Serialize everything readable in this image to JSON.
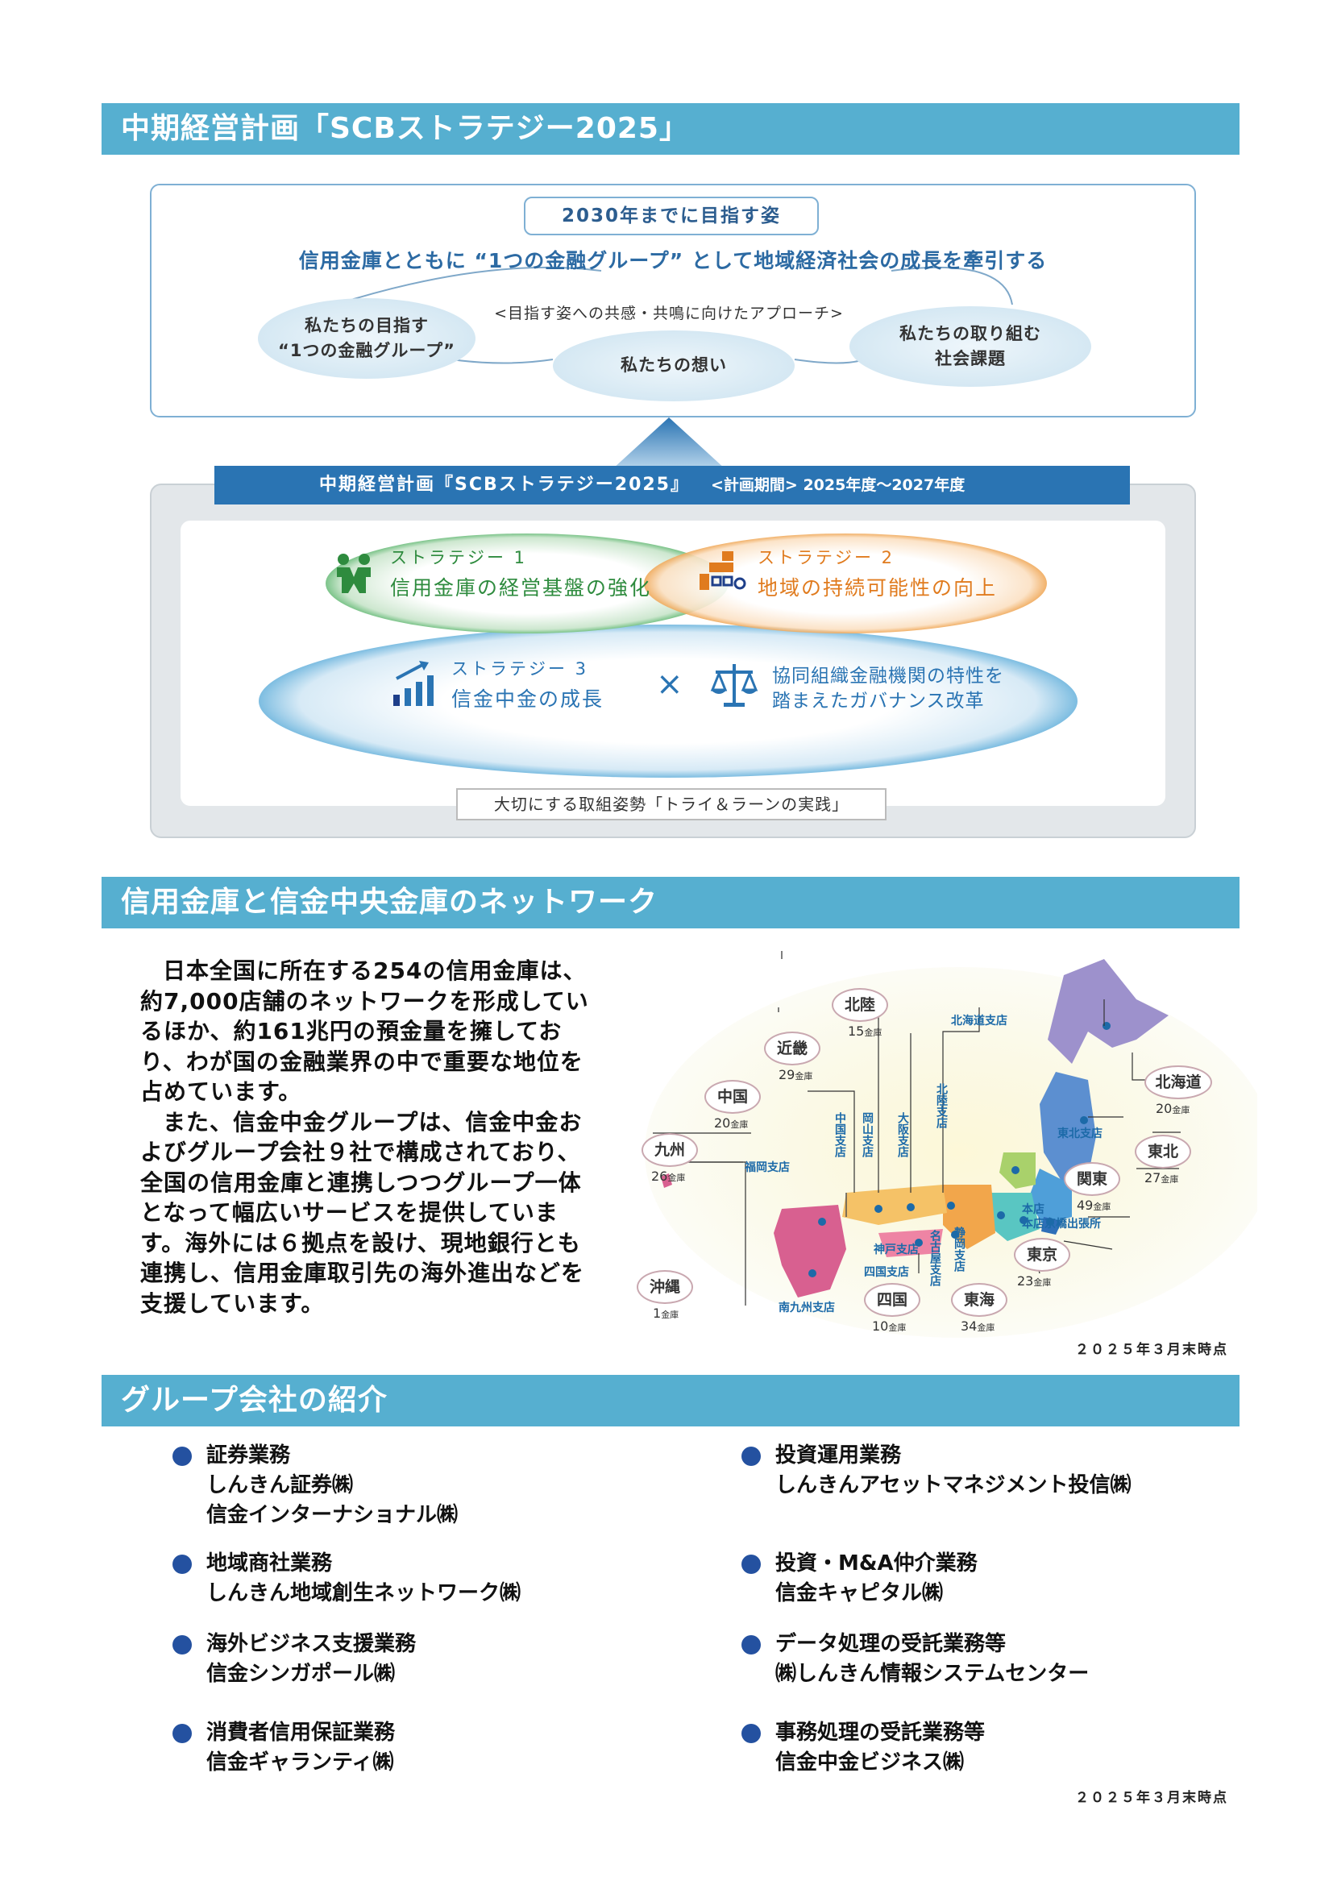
{
  "section1": {
    "title": "中期経営計画「SCBストラテジー2025」",
    "vision_tab": "2030年までに目指す姿",
    "vision_statement": "信用金庫とともに “1つの金融グループ” として地域経済社会の成長を牽引する",
    "approach": "<目指す姿への共感・共鳴に向けたアプローチ>",
    "ellipse_left": "私たちの目指す\n“1つの金融グループ”",
    "ellipse_center": "私たちの想い",
    "ellipse_right": "私たちの取り組む\n社会課題",
    "plan_title": "中期経営計画『SCBストラテジー2025』",
    "plan_period": "<計画期間> 2025年度～2027年度",
    "strategy1_label": "ストラテジー 1",
    "strategy1_text": "信用金庫の経営基盤の強化",
    "strategy2_label": "ストラテジー 2",
    "strategy2_text": "地域の持続可能性の向上",
    "strategy3_label": "ストラテジー 3",
    "strategy3_text": "信金中金の成長",
    "cross": "×",
    "governance_text": "協同組織金融機関の特性を\n踏まえたガバナンス改革",
    "practice": "大切にする取組姿勢「トライ＆ラーンの実践」",
    "colors": {
      "bar": "#56afd0",
      "plan_header": "#2a74b3",
      "strategy1": "#2e8b3e",
      "strategy2": "#e07b1e",
      "strategy3": "#2a74b3"
    }
  },
  "section2": {
    "title": "信用金庫と信金中央金庫のネットワーク",
    "paragraph1": "日本全国に所在する254の信用金庫は、約7,000店舗のネットワークを形成しているほか、約161兆円の預金量を擁しており、わが国の金融業界の中で重要な地位を占めています。",
    "paragraph2": "また、信金中金グループは、信金中金およびグループ会社９社で構成されており、全国の信用金庫と連携しつつグループ一体となって幅広いサービスを提供しています。海外には６拠点を設け、現地銀行とも連携し、信用金庫取引先の海外進出などを支援しています。",
    "regions": [
      {
        "name": "北陸",
        "count": "15",
        "unit": "金庫"
      },
      {
        "name": "近畿",
        "count": "29",
        "unit": "金庫"
      },
      {
        "name": "中国",
        "count": "20",
        "unit": "金庫"
      },
      {
        "name": "九州",
        "count": "26",
        "unit": "金庫"
      },
      {
        "name": "沖縄",
        "count": "1",
        "unit": "金庫"
      },
      {
        "name": "四国",
        "count": "10",
        "unit": "金庫"
      },
      {
        "name": "東海",
        "count": "34",
        "unit": "金庫"
      },
      {
        "name": "東京",
        "count": "23",
        "unit": "金庫"
      },
      {
        "name": "関東",
        "count": "49",
        "unit": "金庫"
      },
      {
        "name": "東北",
        "count": "27",
        "unit": "金庫"
      },
      {
        "name": "北海道",
        "count": "20",
        "unit": "金庫"
      }
    ],
    "branches": {
      "hokkaido": "北海道支店",
      "tohoku": "東北支店",
      "honten": "本店\n本店京橋出張所",
      "fukuoka": "福岡支店",
      "kobe": "神戸支店",
      "shikoku": "四国支店",
      "minamikyushu": "南九州支店",
      "chugoku": "中国支店",
      "okayama": "岡山支店",
      "osaka": "大阪支店",
      "hokuriku": "北陸支店",
      "nagoya": "名古屋支店",
      "shizuoka": "静岡支店"
    },
    "as_of": "２０２５年３月末時点"
  },
  "section3": {
    "title": "グループ会社の紹介",
    "left": [
      {
        "business": "証券業務",
        "companies": [
          "しんきん証券㈱",
          "信金インターナショナル㈱"
        ]
      },
      {
        "business": "地域商社業務",
        "companies": [
          "しんきん地域創生ネットワーク㈱"
        ]
      },
      {
        "business": "海外ビジネス支援業務",
        "companies": [
          "信金シンガポール㈱"
        ]
      },
      {
        "business": "消費者信用保証業務",
        "companies": [
          "信金ギャランティ㈱"
        ]
      }
    ],
    "right": [
      {
        "business": "投資運用業務",
        "companies": [
          "しんきんアセットマネジメント投信㈱"
        ]
      },
      {
        "business": "投資・M&A仲介業務",
        "companies": [
          "信金キャピタル㈱"
        ]
      },
      {
        "business": "データ処理の受託業務等",
        "companies": [
          "㈱しんきん情報システムセンター"
        ]
      },
      {
        "business": "事務処理の受託業務等",
        "companies": [
          "信金中金ビジネス㈱"
        ]
      }
    ],
    "as_of": "２０２５年３月末時点"
  }
}
